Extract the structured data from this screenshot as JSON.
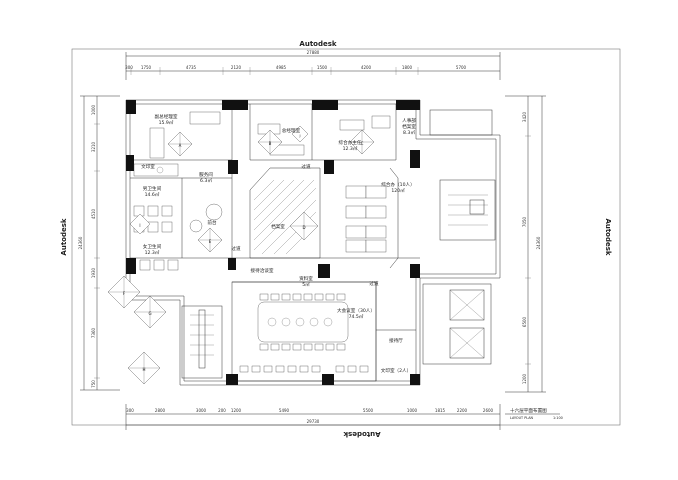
{
  "sheet": {
    "watermark": "Autodesk",
    "total_top": "27880",
    "total_bottom": "29730",
    "total_left": "24360",
    "total_right": "24360",
    "top_dims": [
      "300",
      "1750",
      "4735",
      "2120",
      "4985",
      "1500",
      "4200",
      "1800",
      "5700"
    ],
    "bottom_dims": [
      "300",
      "2800",
      "3000",
      "200",
      "1200",
      "5490",
      "5500",
      "1000",
      "1815",
      "2200",
      "2600"
    ],
    "left_dims": [
      "1000",
      "3210",
      "4510",
      "1930",
      "7360",
      "750"
    ],
    "right_dims": [
      "3420",
      "7050",
      "6500",
      "1200"
    ]
  },
  "rooms": {
    "r1": "副总经理室",
    "r1_area": "15.9㎡",
    "r2": "总经理室",
    "r3": "综合办主任",
    "r3_area": "12.3㎡",
    "r4": "人事部",
    "r4_b": "档案室",
    "r4_area": "8.3㎡",
    "r5": "服务间",
    "r5_area": "6.3㎡",
    "r6": "男卫生间",
    "r6_area": "14.6㎡",
    "r7": "女卫生间",
    "r7_area": "12.3㎡",
    "r8": "前台",
    "r9": "档案室",
    "r10": "综合办（10人）",
    "r10_area": "120㎡",
    "r11": "过道",
    "r12": "过道",
    "r13": "过道",
    "r14": "大会议室（30人）",
    "r14_area": "74.5㎡",
    "r15": "接待厅",
    "r16": "文印室（2人）",
    "r17": "资料室",
    "r17_area": "5㎡",
    "r18": "接待洽谈室",
    "r19": "文印室"
  },
  "title_block": {
    "title": "十六层平面布置图",
    "subtitle": "LAYOUT PLAN",
    "scale": "1:100"
  }
}
